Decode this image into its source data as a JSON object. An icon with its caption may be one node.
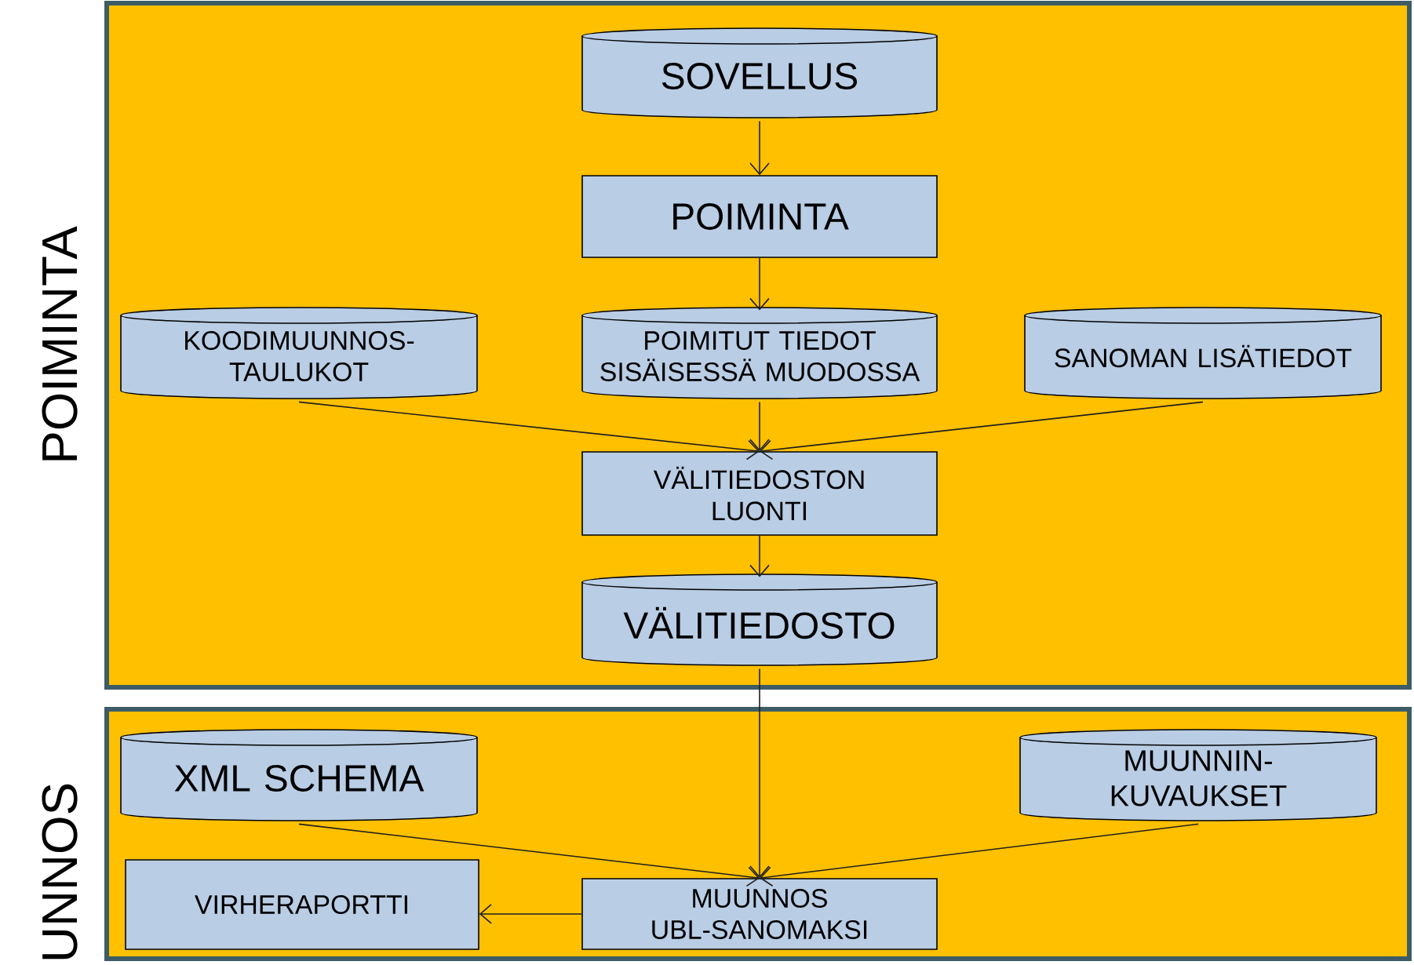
{
  "diagram": {
    "nodes": [
      {
        "text": [
          "POIMINTA"
        ]
      },
      {
        "text": [
          "SOVELLUS"
        ],
        "in": 0
      },
      {
        "text": [
          "POIMINTA"
        ],
        "in": 0
      },
      {
        "text": [
          "KOODIMUUNNOS- TAULUKOT"
        ],
        "in": 0
      },
      {
        "text": [
          "POIMITUT TIEDOT SISÄISESSÄ MUODOSSA"
        ],
        "in": 0
      },
      {
        "text": [
          "SANOMAN LISÄTIEDOT"
        ],
        "in": 0
      },
      {
        "text": [
          "VÄLITIEDOSTON LUONTI"
        ],
        "in": 0
      },
      {
        "text": [
          "VÄLITIEDOSTO"
        ],
        "in": 0
      },
      {
        "text": [
          "UNNOS"
        ]
      },
      {
        "text": [
          "XML SCHEMA"
        ],
        "in": 8
      },
      {
        "text": [
          "MUUNNIN- KUVAUKSET"
        ],
        "in": 8
      },
      {
        "text": [
          "VIRHERAPORTTI"
        ],
        "in": 8
      },
      {
        "text": [
          "MUUNNOS UBL-SANOMAKSI"
        ],
        "in": 8
      }
    ],
    "edges": [
      {
        "from": 1,
        "to": 2,
        "arrow": "to"
      },
      {
        "from": 2,
        "to": 4,
        "arrow": "to"
      },
      {
        "from": 3,
        "to": 6,
        "arrow": "to"
      },
      {
        "from": 4,
        "to": 6,
        "arrow": "to"
      },
      {
        "from": 5,
        "to": 6,
        "arrow": "to"
      },
      {
        "from": 6,
        "to": 7,
        "arrow": "to"
      },
      {
        "from": 7,
        "to": 12,
        "arrow": "to"
      },
      {
        "from": 9,
        "to": 12,
        "arrow": "to"
      },
      {
        "from": 10,
        "to": 12,
        "arrow": "to"
      },
      {
        "from": 12,
        "to": 11,
        "arrow": "to"
      }
    ]
  }
}
